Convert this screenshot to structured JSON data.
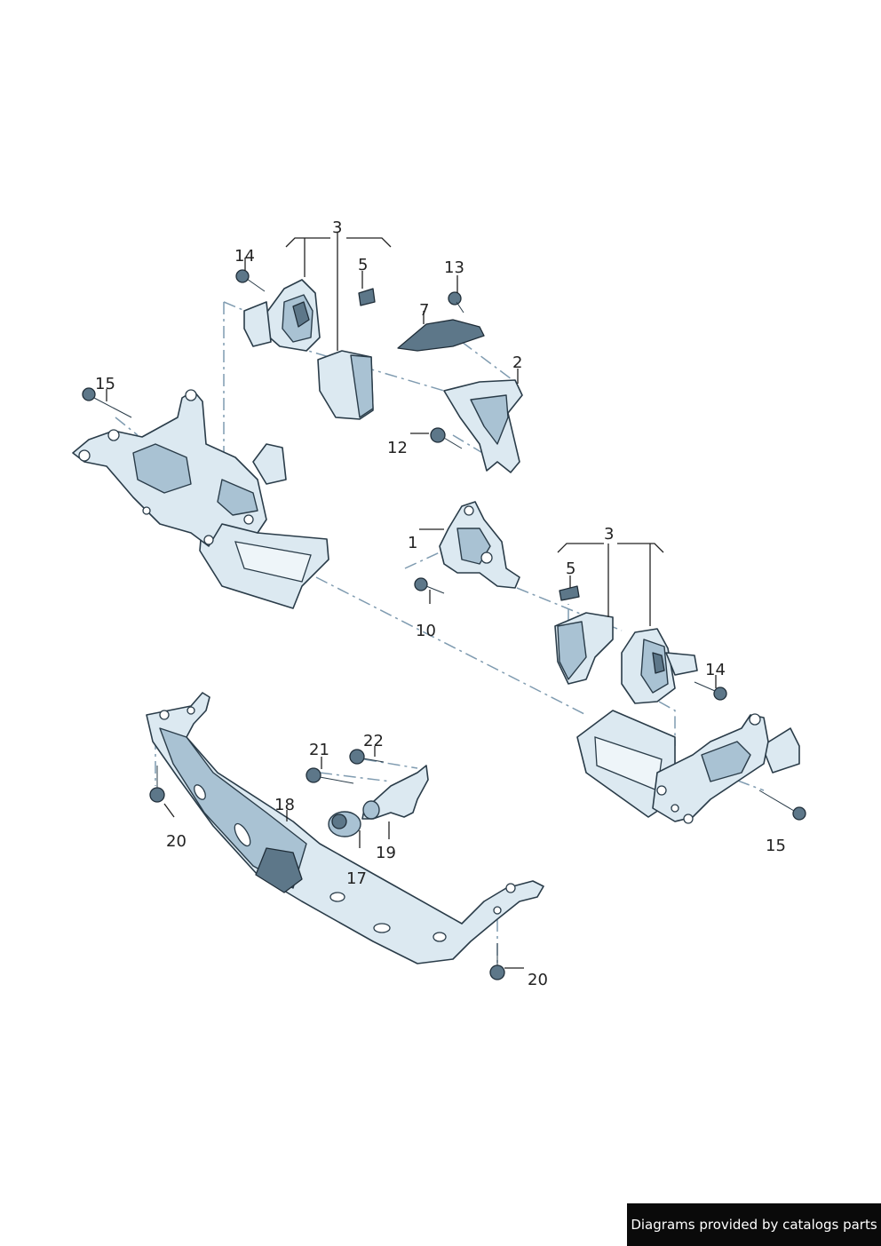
{
  "callouts": [
    "1",
    "2",
    "3",
    "3",
    "5",
    "5",
    "7",
    "10",
    "12",
    "13",
    "14",
    "14",
    "15",
    "15",
    "17",
    "18",
    "19",
    "20",
    "20",
    "21",
    "22"
  ],
  "watermark": "Diagrams provided by catalogs parts"
}
